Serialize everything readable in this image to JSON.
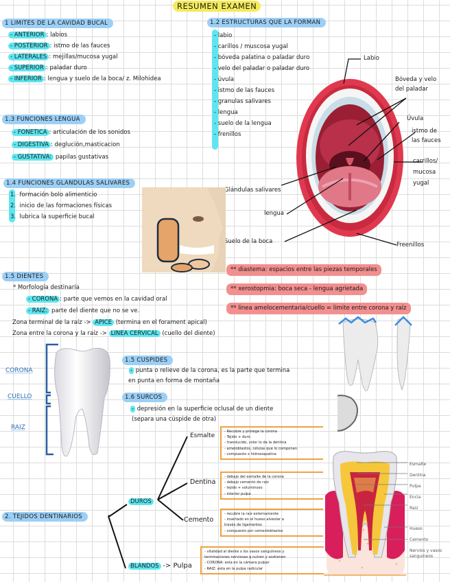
{
  "title": "RESUMEN EXAMEN",
  "s1": {
    "heading": "1 LIMITES DE LA CAVIDAD BUCAL",
    "items": [
      {
        "key": "- ANTERIOR",
        "value": ": labios"
      },
      {
        "key": "- POSTERIOR",
        "value": ": istmo de las fauces"
      },
      {
        "key": "- LATERALES",
        "value": ": mejillas/mucosa yugal"
      },
      {
        "key": "- SUPERIOR",
        "value": ": paladar duro"
      },
      {
        "key": "- INFERIOR",
        "value": ": lengua y suelo de la boca/ z. Milohidea"
      }
    ]
  },
  "s12": {
    "heading": "1.2 ESTRUCTURAS QUE LA FORMAN",
    "items": [
      "- labio",
      "- carillos / muscosa yugal",
      "- bóveda palatina o paladar duro",
      "- velo del paladar o paladar duro",
      "- úvula",
      "- istmo de las fauces",
      "- granulas salivares",
      "- lengua",
      "- suelo de la lengua",
      "- frenillos"
    ]
  },
  "mouth_labels": {
    "labio": "Labio",
    "boveda_1": "Bóveda y velo",
    "boveda_2": "del paladar",
    "uvula": "Úvula",
    "istmo_1": "istmo de",
    "istmo_2": "las fauces",
    "carrillos_1": "carrillos/",
    "carrillos_2": "mucosa",
    "carrillos_3": "yugal",
    "glandulas": "Glándulas salivares",
    "lengua": "lengua",
    "suelo": "Suelo de la boca",
    "frenillos": "Freenillos"
  },
  "s13": {
    "heading": "1.3 FUNCIONES LENGUA",
    "items": [
      {
        "key": "- FONETICA",
        "value": ": articulación de los sonidos"
      },
      {
        "key": "- DIGESTIVA",
        "value": ": deglución,masticacion"
      },
      {
        "key": "- GUSTATIVA:",
        "value": " papilas gustativas"
      }
    ]
  },
  "s14": {
    "heading": "1.4 FUNCIONES GLANDULAS SALIVARES",
    "items": [
      {
        "num": "1.",
        "text": "formación bolo alimenticio"
      },
      {
        "num": "2.",
        "text": "inicio de las formaciones físicas"
      },
      {
        "num": "3.",
        "text": "lubrica la superficie bucal"
      }
    ]
  },
  "notes": [
    "** diastema: espacios entre las piezas temporales",
    "** xerostopmia: boca seca - lengua agrietada",
    "** linea amelocementaria/cuello = limite entre corona y raíz"
  ],
  "s15": {
    "heading": "1.5 DIENTES",
    "subtitle": "* Morfología destinaría",
    "corona_key": "- CORONA",
    "corona_val": ": parte que vemos en la cavidad oral",
    "raiz_key": "- RAIZ:",
    "raiz_val": " parte del diente que no se ve.",
    "apice_pre": "Zona terminal de la raíz ->",
    "apice_key": "APICE",
    "apice_post": "(termina en el forament apical)",
    "cervical_pre": "Zona entre la corona y la raíz ->",
    "cervical_key": "LINEA CERVICAL",
    "cervical_post": "(cuello del diente)"
  },
  "tooth_labels": {
    "corona": "CORONA",
    "cuello": "CUELLO",
    "raiz": "RAIZ"
  },
  "cuspides": {
    "heading": "1.5 CUSPIDES",
    "line1": "punta o relieve de la corona, es la parte que termina",
    "line2": "en punta en forma de montaña"
  },
  "surcos": {
    "heading": "1.6 SURCOS",
    "line1": "depresión en la superficie oclusal de un diente",
    "line2": "(separa una cúspide de otra)"
  },
  "tejidos": {
    "heading": "2. TEJIDOS DENTINARIOS",
    "duros": "DUROS",
    "blandos": "BLANDOS",
    "blandos_arrow": "-> Pulpa",
    "esmalte": {
      "label": "Esmalte",
      "lines": [
        "- Recubre y protege la corona",
        "- Tejido + duro",
        "- translucido, color lo da la dentina",
        "- ameloblastos, células que lo componen",
        "- compuesto x hidroxiapatina"
      ]
    },
    "dentina": {
      "label": "Dentina",
      "lines": [
        "- debajo del esmalte de la corona",
        "- debajo cemento de raíz",
        "- tejido + voluminoso",
        "- interior pulpa"
      ]
    },
    "cemento": {
      "label": "Cemento",
      "lines": [
        "- recubre la raíz externamente",
        "- insertado en el hueso alveolar a",
        "  través de ligamentos",
        "- compuesto por cementoblastos"
      ]
    },
    "pulpa": {
      "lines": [
        "- vitalidad al diente x los vasos sanguíneos y",
        "terminaciones nerviosas q nutren y sostienen",
        "- CORONA: esta en la cámara pulpar",
        "- RAIZ: esta en la pulpa radicular"
      ]
    }
  },
  "tooth_diagram_labels": [
    "Esmalte",
    "Dentina",
    "Pulpa",
    "Encia",
    "Raiz",
    "Hueso",
    "Cemento",
    "Nervios y vasos",
    "sanguineos"
  ],
  "colors": {
    "blue_header": "#9ccff5",
    "cyan_highlight": "#5ee6f0",
    "red_note": "#f28f8f",
    "yellow_title": "#f5ea5a",
    "orange_box": "#f0a040"
  }
}
